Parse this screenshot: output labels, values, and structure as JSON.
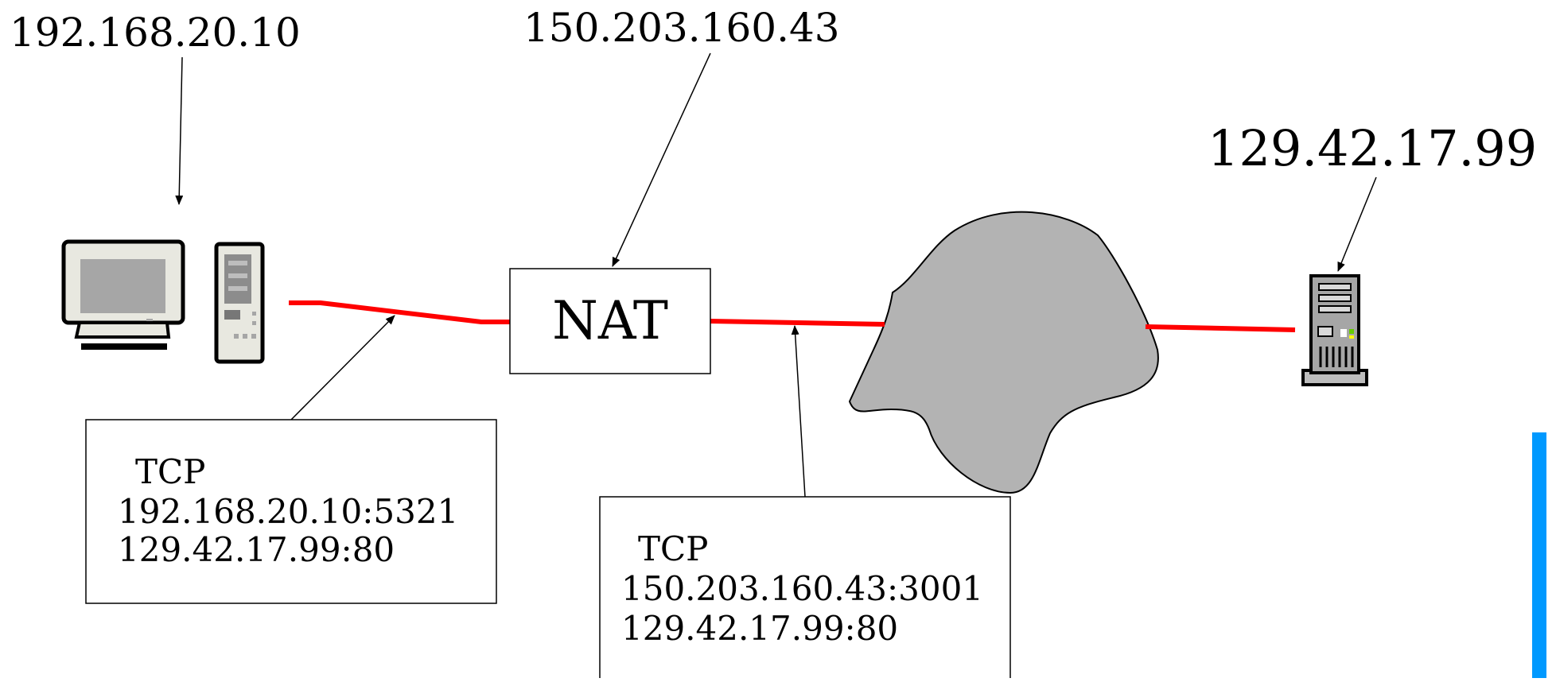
{
  "client": {
    "ip": "192.168.20.10",
    "monitor_icon": "desktop-monitor-icon",
    "tower_icon": "desktop-tower-icon"
  },
  "nat": {
    "ip": "150.203.160.43",
    "label": "NAT"
  },
  "internet": {
    "icon": "internet-cloud-icon"
  },
  "server": {
    "ip": "129.42.17.99",
    "icon": "server-tower-icon"
  },
  "inner_connection": {
    "protocol": "TCP",
    "source": "192.168.20.10:5321",
    "destination": "129.42.17.99:80"
  },
  "outer_connection": {
    "protocol": "TCP",
    "source": "150.203.160.43:3001",
    "destination": "129.42.17.99:80"
  },
  "colors": {
    "link": "#ff0000",
    "cloud": "#b3b3b3",
    "accent_bar": "#0099ff"
  }
}
